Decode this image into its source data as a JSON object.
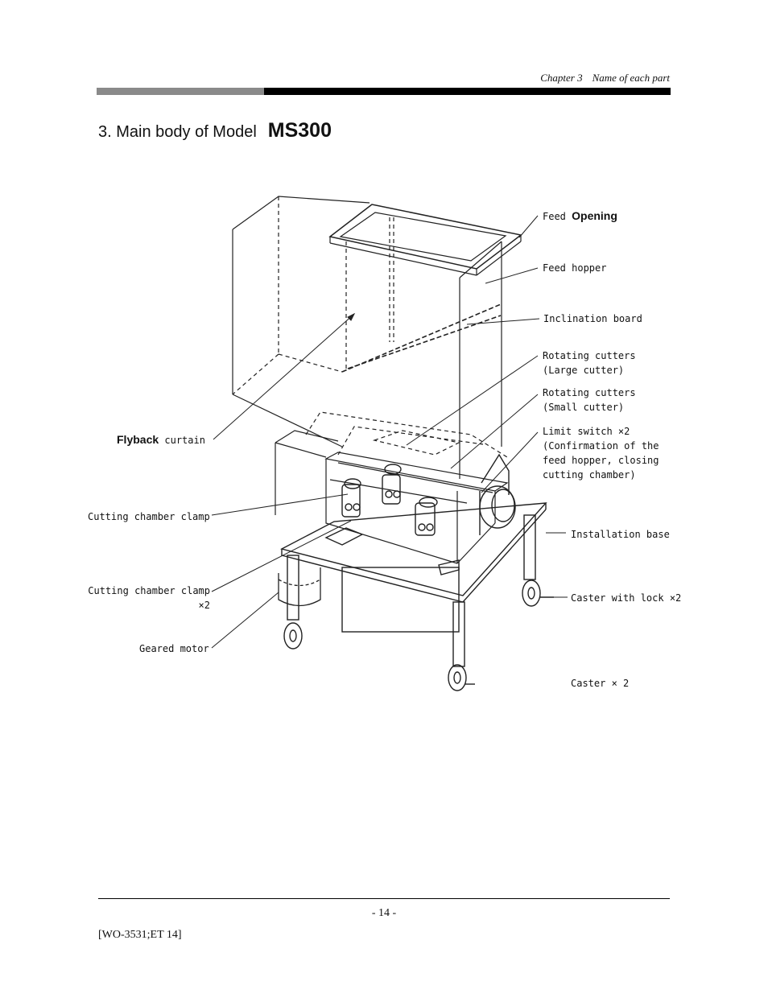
{
  "header": {
    "chapter_num": "Chapter 3",
    "chapter_title": "Name of each part"
  },
  "title": {
    "prefix": "3. Main body of Model",
    "model": "MS300"
  },
  "labels": {
    "feed_opening_a": "Feed",
    "feed_opening_b": "Opening",
    "feed_hopper": "Feed hopper",
    "inclination_board": "Inclination board",
    "rotating_large": "Rotating cutters\n(Large cutter)",
    "rotating_small": "Rotating cutters\n(Small cutter)",
    "limit_switch": "Limit switch ×2\n(Confirmation of the\nfeed hopper, closing\ncutting chamber)",
    "flyback_a": "Flyback",
    "flyback_b": "curtain",
    "cutting_clamp": "Cutting chamber clamp",
    "installation_base": "Installation base",
    "cutting_clamp_2": "Cutting chamber clamp\n×2",
    "caster_lock": "Caster with lock ×2",
    "geared_motor": "Geared motor",
    "caster": "Caster × 2"
  },
  "footer": {
    "page": "- 14 -",
    "code": "[WO-3531;ET 14]"
  }
}
